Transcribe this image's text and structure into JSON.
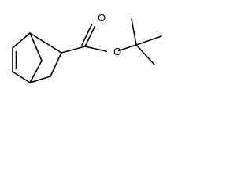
{
  "structure": {
    "atoms": [
      {
        "id": "a1",
        "element": "C"
      },
      {
        "id": "a2",
        "element": "C"
      },
      {
        "id": "a3",
        "element": "C"
      },
      {
        "id": "a4",
        "element": "C"
      },
      {
        "id": "a5",
        "element": "C"
      },
      {
        "id": "a6",
        "element": "C"
      },
      {
        "id": "a7",
        "element": "C"
      },
      {
        "id": "a8",
        "element": "C"
      },
      {
        "id": "a9",
        "element": "O",
        "label": "O"
      },
      {
        "id": "a10",
        "element": "O",
        "label": "O"
      },
      {
        "id": "a11",
        "element": "C"
      },
      {
        "id": "a12",
        "element": "C"
      },
      {
        "id": "a13",
        "element": "C"
      },
      {
        "id": "a14",
        "element": "C"
      }
    ],
    "bonds": [
      {
        "from": "a1",
        "to": "a2",
        "order": 1
      },
      {
        "from": "a2",
        "to": "a3",
        "order": 2
      },
      {
        "from": "a3",
        "to": "a4",
        "order": 1
      },
      {
        "from": "a4",
        "to": "a5",
        "order": 1
      },
      {
        "from": "a5",
        "to": "a6",
        "order": 1
      },
      {
        "from": "a6",
        "to": "a1",
        "order": 1
      },
      {
        "from": "a1",
        "to": "a7",
        "order": 1
      },
      {
        "from": "a7",
        "to": "a4",
        "order": 1
      },
      {
        "from": "a6",
        "to": "a8",
        "order": 1
      },
      {
        "from": "a8",
        "to": "a9",
        "order": 2
      },
      {
        "from": "a8",
        "to": "a10",
        "order": 1
      },
      {
        "from": "a10",
        "to": "a11",
        "order": 1
      },
      {
        "from": "a11",
        "to": "a12",
        "order": 1
      },
      {
        "from": "a11",
        "to": "a13",
        "order": 1
      },
      {
        "from": "a11",
        "to": "a14",
        "order": 1
      }
    ]
  }
}
